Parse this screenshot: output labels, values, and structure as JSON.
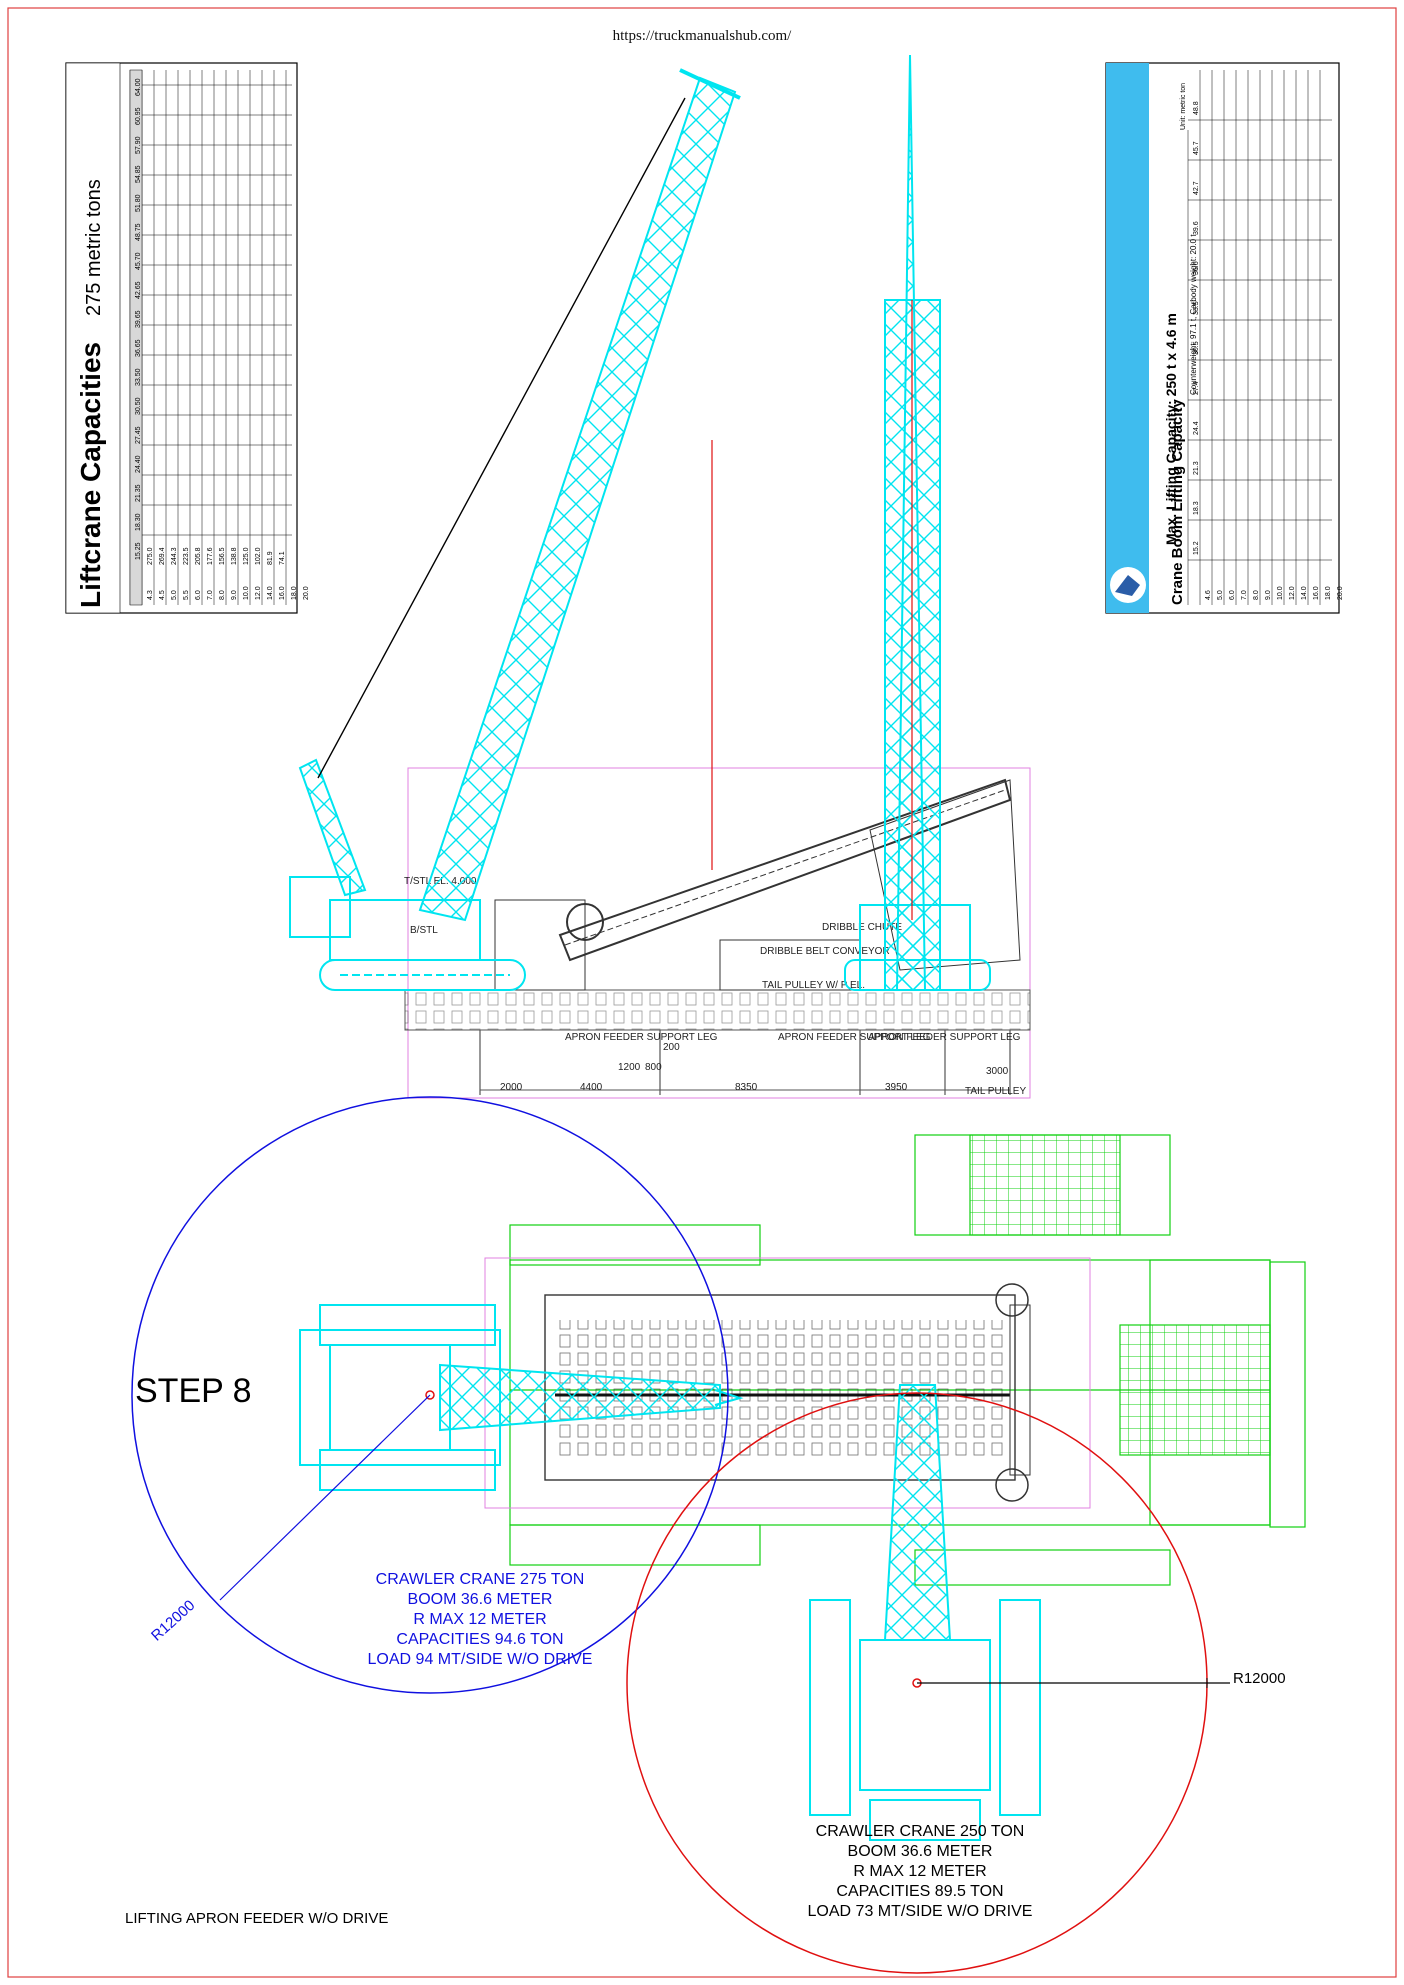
{
  "header": {
    "url": "https://truckmanualshub.com/"
  },
  "step_label": "STEP 8",
  "left_table": {
    "title": "Liftcrane Capacities",
    "subtitle": "275 metric tons",
    "boom_lengths": [
      "15.25",
      "18.30",
      "21.35",
      "24.40",
      "27.45",
      "30.50",
      "33.50",
      "36.65",
      "39.65",
      "42.65",
      "45.70",
      "48.75",
      "51.80",
      "54.85",
      "57.90",
      "60.95",
      "64.00"
    ],
    "radii": [
      "4.3",
      "4.5",
      "5.0",
      "5.5",
      "6.0",
      "7.0",
      "8.0",
      "9.0",
      "10.0",
      "12.0",
      "14.0",
      "16.0",
      "18.0",
      "20.0"
    ],
    "row_sample": [
      "275.0",
      "269.4",
      "244.3",
      "223.5",
      "205.8",
      "177.6",
      "156.5",
      "138.8",
      "125.0",
      "102.0",
      "81.9",
      "74.1",
      "",
      "",
      "",
      "",
      ""
    ]
  },
  "right_table": {
    "title": "Max. Lifting Capacity: 250 t x 4.6 m",
    "subtitle": "Crane Boom Lifting Capacity",
    "unit": "Unit: metric ton",
    "counterweight": "Counterweight: 97.1 t, Carbody weight: 20.0 t",
    "boom_lengths": [
      "15.2",
      "18.3",
      "21.3",
      "24.4",
      "27.4",
      "30.5",
      "33.5",
      "36.6",
      "39.6",
      "42.7",
      "45.7",
      "48.8"
    ],
    "radii": [
      "4.6",
      "5.0",
      "6.0",
      "7.0",
      "8.0",
      "9.0",
      "10.0",
      "12.0",
      "14.0",
      "16.0",
      "18.0",
      "20.0"
    ]
  },
  "elevation_labels": {
    "t_stl": "T/STL  EL. 4.000",
    "b_stl": "B/STL",
    "dribble": "DRIBBLE  BELT CONVEYOR",
    "dribble_chute": "DRIBBLE  CHUTE",
    "tail_pulley": "TAIL  PULLEY  W/  P  EL.",
    "apron1": "APRON  FEEDER SUPPORT  LEG",
    "apron2": "APRON  FEEDER SUPPORT  LEG",
    "apron3": "APRON  FEEDER SUPPORT  LEG",
    "tail_pulley2": "TAIL  PULLEY",
    "dims": [
      "2000",
      "4400",
      "1200",
      "800",
      "200",
      "8350",
      "3950",
      "3000"
    ]
  },
  "crane_275": {
    "lines": [
      "CRAWLER CRANE 275 TON",
      "BOOM 36.6 METER",
      "R MAX 12 METER",
      "CAPACITIES 94.6 TON",
      "LOAD 94 MT/SIDE W/O DRIVE"
    ],
    "radius": "R12000",
    "color": "#1010e0"
  },
  "crane_250": {
    "lines": [
      "CRAWLER CRANE 250 TON",
      "BOOM 36.6 METER",
      "R MAX 12 METER",
      "CAPACITIES 89.5 TON",
      "LOAD 73 MT/SIDE W/O DRIVE"
    ],
    "radius": "R12000",
    "color": "#e01010"
  },
  "caption": "LIFTING APRON FEEDER W/O DRIVE",
  "colors": {
    "crane": "#00e5f0",
    "structure": "#10d010",
    "border": "#e04040",
    "blue_circle": "#1010e0",
    "red_circle": "#e01010",
    "magenta": "#e080e0"
  }
}
